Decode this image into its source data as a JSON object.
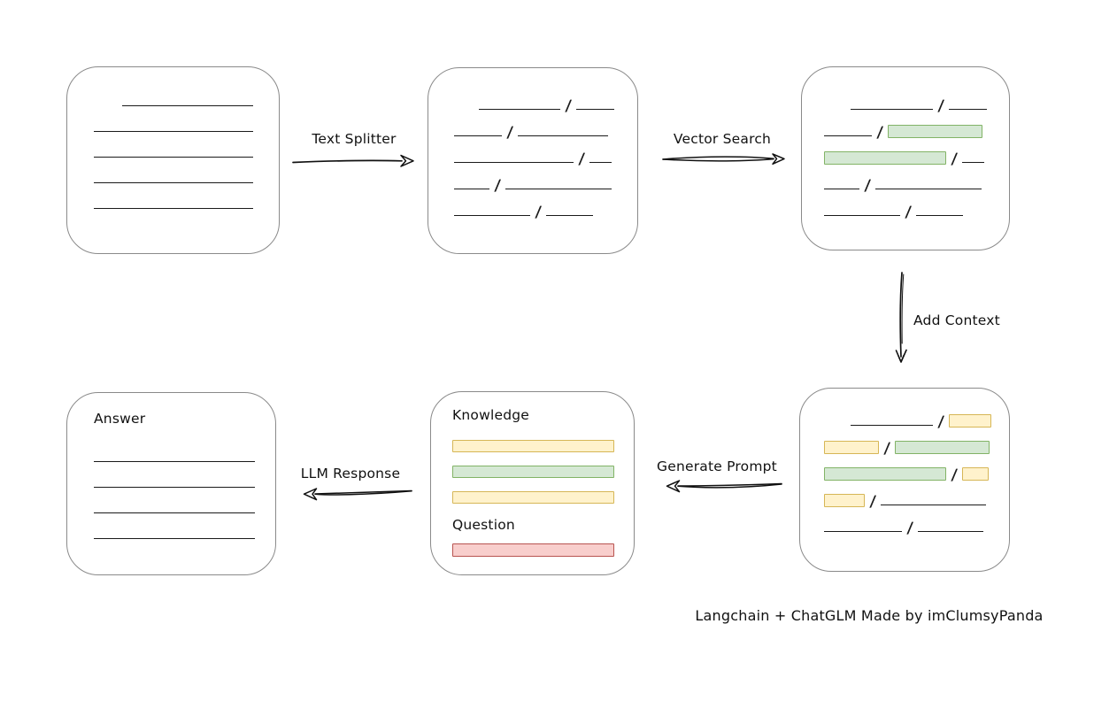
{
  "caption": "Langchain + ChatGLM Made by imClumsyPanda",
  "colors": {
    "line": "#1a1a1a",
    "box_border": "#8a8a8a",
    "green_fill": "#d5e8d4",
    "green_border": "#82b366",
    "yellow_fill": "#fff2cc",
    "yellow_border": "#d6b656",
    "red_fill": "#f8cecc",
    "red_border": "#b85450"
  },
  "arrows": {
    "text_splitter": {
      "label": "Text Splitter"
    },
    "vector_search": {
      "label": "Vector Search"
    },
    "add_context": {
      "label": "Add Context"
    },
    "generate_prompt": {
      "label": "Generate Prompt"
    },
    "llm_response": {
      "label": "LLM Response"
    }
  },
  "boxes": {
    "document": {
      "rows": [
        [
          {
            "t": "gap",
            "w": 32
          },
          {
            "t": "line",
            "w": 148
          }
        ],
        [
          {
            "t": "line",
            "w": 180
          }
        ],
        [
          {
            "t": "line",
            "w": 180
          }
        ],
        [
          {
            "t": "line",
            "w": 180
          }
        ],
        [
          {
            "t": "line",
            "w": 180
          }
        ]
      ]
    },
    "split_text": {
      "rows": [
        [
          {
            "t": "gap",
            "w": 28
          },
          {
            "t": "line",
            "w": 92
          },
          {
            "t": "slash"
          },
          {
            "t": "line",
            "w": 43
          }
        ],
        [
          {
            "t": "line",
            "w": 54
          },
          {
            "t": "slash"
          },
          {
            "t": "line",
            "w": 102
          }
        ],
        [
          {
            "t": "line",
            "w": 135
          },
          {
            "t": "slash"
          },
          {
            "t": "line",
            "w": 25
          }
        ],
        [
          {
            "t": "line",
            "w": 40
          },
          {
            "t": "slash"
          },
          {
            "t": "line",
            "w": 120
          }
        ],
        [
          {
            "t": "line",
            "w": 86
          },
          {
            "t": "slash"
          },
          {
            "t": "line",
            "w": 53
          }
        ]
      ]
    },
    "search_result": {
      "rows": [
        [
          {
            "t": "gap",
            "w": 30
          },
          {
            "t": "line",
            "w": 93
          },
          {
            "t": "slash"
          },
          {
            "t": "line",
            "w": 43
          }
        ],
        [
          {
            "t": "line",
            "w": 54
          },
          {
            "t": "slash"
          },
          {
            "t": "green",
            "w": 107
          }
        ],
        [
          {
            "t": "green",
            "w": 138
          },
          {
            "t": "slash"
          },
          {
            "t": "line",
            "w": 25
          }
        ],
        [
          {
            "t": "line",
            "w": 40
          },
          {
            "t": "slash"
          },
          {
            "t": "line",
            "w": 120
          }
        ],
        [
          {
            "t": "line",
            "w": 86
          },
          {
            "t": "slash"
          },
          {
            "t": "line",
            "w": 53
          }
        ]
      ]
    },
    "context_chunks": {
      "rows": [
        [
          {
            "t": "gap",
            "w": 30
          },
          {
            "t": "line",
            "w": 93
          },
          {
            "t": "slash"
          },
          {
            "t": "yellow",
            "w": 48
          }
        ],
        [
          {
            "t": "yellow",
            "w": 62
          },
          {
            "t": "slash"
          },
          {
            "t": "green",
            "w": 107
          }
        ],
        [
          {
            "t": "green",
            "w": 138
          },
          {
            "t": "slash"
          },
          {
            "t": "yellow",
            "w": 30
          }
        ],
        [
          {
            "t": "yellow",
            "w": 46
          },
          {
            "t": "slash"
          },
          {
            "t": "line",
            "w": 119
          }
        ],
        [
          {
            "t": "line",
            "w": 88
          },
          {
            "t": "slash"
          },
          {
            "t": "line",
            "w": 74
          }
        ]
      ]
    },
    "prompt": {
      "knowledge_label": "Knowledge",
      "question_label": "Question",
      "knowledge_bars": [
        [
          {
            "t": "yellow",
            "w": 183
          }
        ],
        [
          {
            "t": "green",
            "w": 183
          }
        ],
        [
          {
            "t": "yellow",
            "w": 183
          }
        ]
      ],
      "question_bars": [
        [
          {
            "t": "red",
            "w": 183
          }
        ]
      ]
    },
    "answer": {
      "label": "Answer",
      "rows": [
        [
          {
            "t": "line",
            "w": 182
          }
        ],
        [
          {
            "t": "line",
            "w": 182
          }
        ],
        [
          {
            "t": "line",
            "w": 182
          }
        ],
        [
          {
            "t": "line",
            "w": 182
          }
        ]
      ]
    }
  }
}
